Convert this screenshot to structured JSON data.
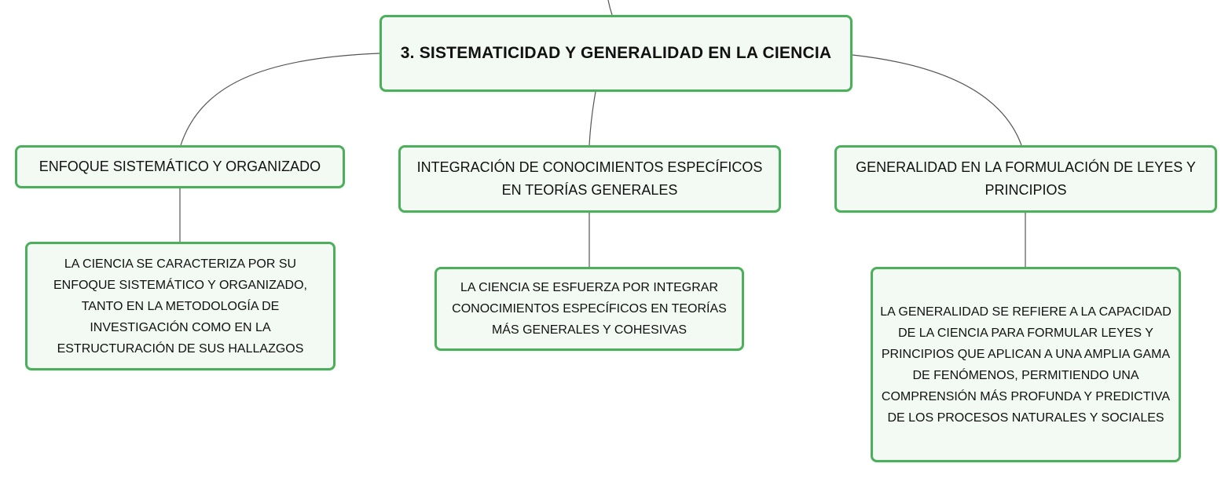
{
  "map": {
    "root": {
      "label": "3. SISTEMATICIDAD Y GENERALIDAD EN LA CIENCIA"
    },
    "topics": [
      {
        "label": "ENFOQUE SISTEMÁTICO Y ORGANIZADO",
        "detail": "LA CIENCIA SE CARACTERIZA POR SU ENFOQUE SISTEMÁTICO Y ORGANIZADO, TANTO EN LA METODOLOGÍA DE INVESTIGACIÓN COMO EN LA ESTRUCTURACIÓN DE SUS HALLAZGOS"
      },
      {
        "label": "INTEGRACIÓN DE CONOCIMIENTOS ESPECÍFICOS EN TEORÍAS GENERALES",
        "detail": "LA CIENCIA SE ESFUERZA POR INTEGRAR CONOCIMIENTOS ESPECÍFICOS EN TEORÍAS MÁS GENERALES Y COHESIVAS"
      },
      {
        "label": "GENERALIDAD EN LA FORMULACIÓN DE LEYES Y PRINCIPIOS",
        "detail": "LA GENERALIDAD SE REFIERE A LA CAPACIDAD DE LA CIENCIA PARA FORMULAR LEYES Y PRINCIPIOS QUE APLICAN A UNA AMPLIA GAMA DE FENÓMENOS, PERMITIENDO UNA COMPRENSIÓN MÁS PROFUNDA Y PREDICTIVA DE LOS PROCESOS NATURALES Y SOCIALES"
      }
    ]
  },
  "colors": {
    "node_border": "#4caf5c",
    "node_fill": "#f3f9f3",
    "connector": "#555555",
    "text": "#111111"
  }
}
